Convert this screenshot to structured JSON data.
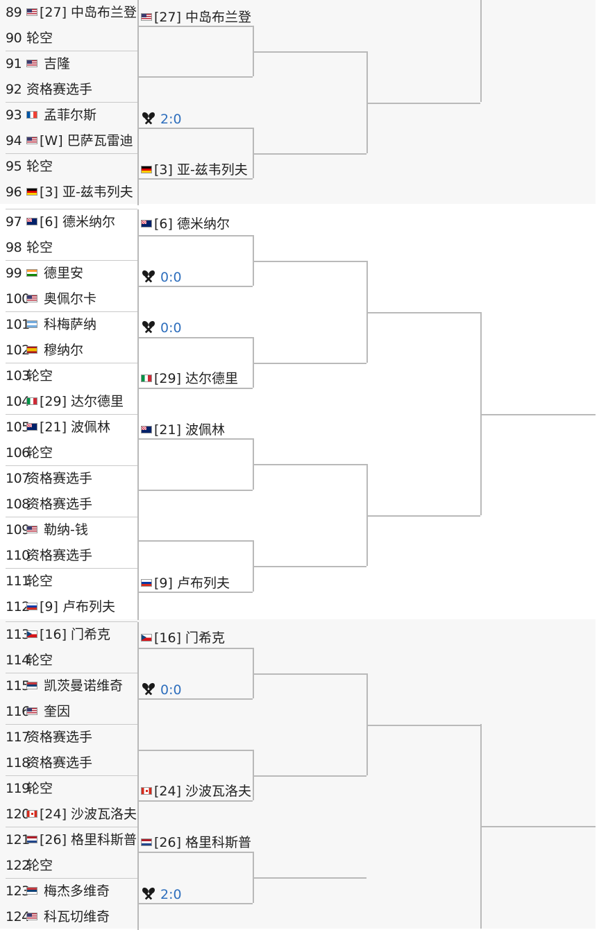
{
  "section1": {
    "round1": [
      {
        "num": "89",
        "flag": "flag-us",
        "name": "[27] 中岛布兰登"
      },
      {
        "num": "90",
        "flag": "",
        "name": "轮空"
      },
      {
        "num": "91",
        "flag": "flag-us",
        "name": " 吉隆"
      },
      {
        "num": "92",
        "flag": "",
        "name": "资格赛选手"
      },
      {
        "num": "93",
        "flag": "flag-fr",
        "name": " 孟菲尔斯"
      },
      {
        "num": "94",
        "flag": "flag-us",
        "name": "[W] 巴萨瓦雷迪"
      },
      {
        "num": "95",
        "flag": "",
        "name": "轮空"
      },
      {
        "num": "96",
        "flag": "flag-de",
        "name": "[3] 亚-兹韦列夫"
      }
    ],
    "round2": [
      {
        "type": "player",
        "flag": "flag-us",
        "name": "[27] 中岛布兰登"
      },
      {
        "type": "score",
        "icon": "crossed-rackets-icon",
        "score": "2:0"
      },
      {
        "type": "player",
        "flag": "flag-de",
        "name": "[3] 亚-兹韦列夫"
      }
    ]
  },
  "section2": {
    "round1": [
      {
        "num": "97",
        "flag": "flag-au",
        "name": "[6] 德米纳尔"
      },
      {
        "num": "98",
        "flag": "",
        "name": "轮空"
      },
      {
        "num": "99",
        "flag": "flag-in",
        "name": " 德里安"
      },
      {
        "num": "100",
        "flag": "flag-us",
        "name": " 奥佩尔卡"
      },
      {
        "num": "101",
        "flag": "flag-ar",
        "name": " 科梅萨纳"
      },
      {
        "num": "102",
        "flag": "flag-es",
        "name": " 穆纳尔"
      },
      {
        "num": "103",
        "flag": "",
        "name": "轮空"
      },
      {
        "num": "104",
        "flag": "flag-it",
        "name": "[29] 达尔德里"
      },
      {
        "num": "105",
        "flag": "flag-au",
        "name": "[21] 波佩林"
      },
      {
        "num": "106",
        "flag": "",
        "name": "轮空"
      },
      {
        "num": "107",
        "flag": "",
        "name": "资格赛选手"
      },
      {
        "num": "108",
        "flag": "",
        "name": "资格赛选手"
      },
      {
        "num": "109",
        "flag": "flag-us",
        "name": " 勒纳-钱"
      },
      {
        "num": "110",
        "flag": "",
        "name": "资格赛选手"
      },
      {
        "num": "111",
        "flag": "",
        "name": "轮空"
      },
      {
        "num": "112",
        "flag": "flag-ru",
        "name": "[9] 卢布列夫"
      }
    ],
    "round2": [
      {
        "type": "player",
        "flag": "flag-au",
        "name": "[6] 德米纳尔"
      },
      {
        "type": "score",
        "icon": "crossed-rackets-icon",
        "score": "0:0"
      },
      {
        "type": "score",
        "icon": "crossed-rackets-icon",
        "score": "0:0"
      },
      {
        "type": "player",
        "flag": "flag-it",
        "name": "[29] 达尔德里"
      },
      {
        "type": "player",
        "flag": "flag-au",
        "name": "[21] 波佩林"
      },
      {
        "type": "player",
        "flag": "flag-ru",
        "name": "[9] 卢布列夫"
      }
    ]
  },
  "section3": {
    "round1": [
      {
        "num": "113",
        "flag": "flag-cz",
        "name": "[16] 门希克"
      },
      {
        "num": "114",
        "flag": "",
        "name": "轮空"
      },
      {
        "num": "115",
        "flag": "flag-rs",
        "name": " 凯茨曼诺维奇"
      },
      {
        "num": "116",
        "flag": "flag-us",
        "name": " 奎因"
      },
      {
        "num": "117",
        "flag": "",
        "name": "资格赛选手"
      },
      {
        "num": "118",
        "flag": "",
        "name": "资格赛选手"
      },
      {
        "num": "119",
        "flag": "",
        "name": "轮空"
      },
      {
        "num": "120",
        "flag": "flag-ca",
        "name": "[24] 沙波瓦洛夫"
      },
      {
        "num": "121",
        "flag": "flag-nl",
        "name": "[26] 格里科斯普"
      },
      {
        "num": "122",
        "flag": "",
        "name": "轮空"
      },
      {
        "num": "123",
        "flag": "flag-rs",
        "name": " 梅杰多维奇"
      },
      {
        "num": "124",
        "flag": "flag-us",
        "name": " 科瓦切维奇"
      }
    ],
    "round2": [
      {
        "type": "player",
        "flag": "flag-cz",
        "name": "[16] 门希克"
      },
      {
        "type": "score",
        "icon": "crossed-rackets-icon",
        "score": "0:0"
      },
      {
        "type": "player",
        "flag": "flag-ca",
        "name": "[24] 沙波瓦洛夫"
      },
      {
        "type": "player",
        "flag": "flag-nl",
        "name": "[26] 格里科斯普"
      },
      {
        "type": "score",
        "icon": "crossed-rackets-icon",
        "score": "2:0"
      }
    ]
  },
  "colors": {
    "score": "#2f6fbd",
    "line": "#b9b9b9",
    "band_gray": "#f7f7f7"
  }
}
